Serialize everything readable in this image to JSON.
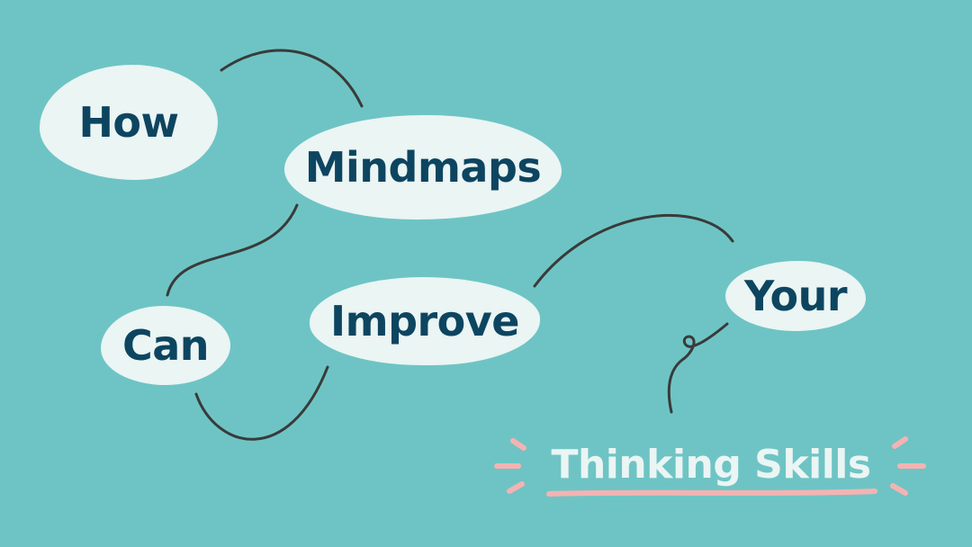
{
  "background_color": "#6ec4c4",
  "bubble_color": "#eaf5f4",
  "text_color": "#0d4560",
  "accent_color": "#f4b3b3",
  "line_color": "#3a3a3a",
  "nodes": {
    "how": "How",
    "mindmaps": "Mindmaps",
    "can": "Can",
    "improve": "Improve",
    "your": "Your",
    "thinking_skills": "Thinking Skills"
  }
}
